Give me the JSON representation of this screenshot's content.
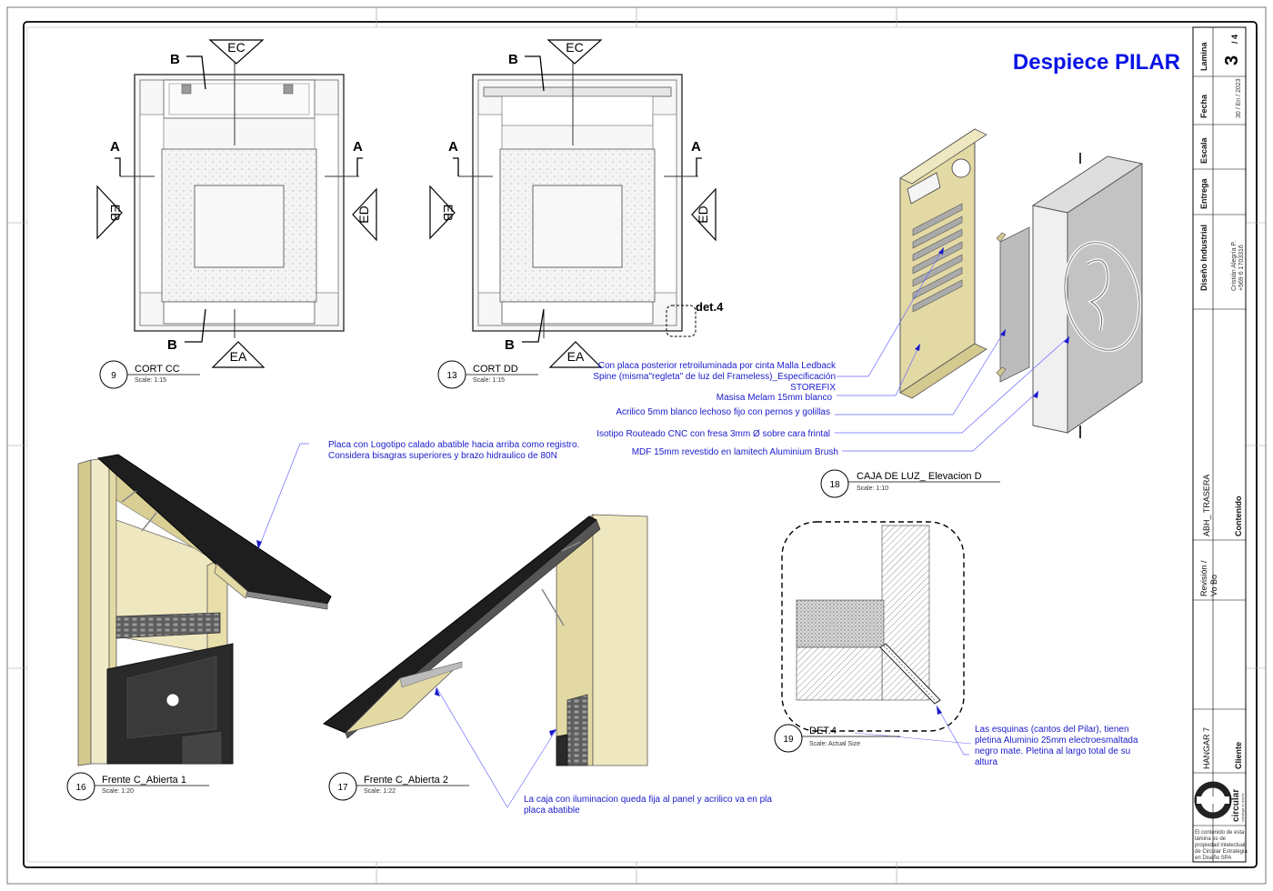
{
  "sheet_title": "Despiece PILAR",
  "title_block": {
    "lamina_label": "Lamina",
    "lamina_num": "3",
    "lamina_total": "/ 4",
    "fecha_label": "Fecha",
    "fecha_value": "30 / En / 2023",
    "escala_label": "Escala",
    "entrega_label": "Entrega",
    "diseno_label": "Diseño Industrial",
    "designer_name": "Cristián Alegría P.",
    "designer_phone": "+569 6 1703316",
    "contenido_value": "ABH_ TRASERA",
    "contenido_label": "Contenido",
    "revision_label": "Revisión /",
    "vobo_label": "Vo Bo",
    "cliente_value": "HANGAR 7",
    "cliente_label": "Cliente",
    "logo_text": "circular",
    "logo_sub": "estrategia en diseño",
    "copyright": [
      "El contenido de esta",
      "lámina es de",
      "propiedad intelectual",
      "de Circular Estrategia",
      "en Diseño SPA"
    ]
  },
  "views": {
    "v9": {
      "num": "9",
      "title": "CORT CC",
      "scale": "Scale: 1:15"
    },
    "v13": {
      "num": "13",
      "title": "CORT DD",
      "scale": "Scale: 1:15"
    },
    "v18": {
      "num": "18",
      "title": "CAJA DE LUZ_ Elevacion D",
      "scale": "Scale: 1:10"
    },
    "v16": {
      "num": "16",
      "title": "Frente C_Abierta 1",
      "scale": "Scale: 1:20"
    },
    "v17": {
      "num": "17",
      "title": "Frente C_Abierta 2",
      "scale": "Scale: 1:22"
    },
    "v19": {
      "num": "19",
      "title": "DET.4",
      "scale": "Scale: Actual Size"
    }
  },
  "markers": {
    "a": "A",
    "b": "B",
    "ec": "EC",
    "ea": "EA",
    "eb": "EB",
    "ed": "ED",
    "det4": "det.4"
  },
  "notes": {
    "n1": [
      "Con placa posterior retroiluminada por cinta Malla Ledback",
      "Spine (misma\"regleta\" de luz del Frameless)_Especificación",
      "STOREFIX"
    ],
    "n2": "Masisa Melam 15mm blanco",
    "n3": "Acrilico 5mm  blanco lechoso fijo con pernos y golillas",
    "n4": "Isotipo Routeado CNC con fresa 3mm Ø  sobre cara frintal",
    "n5": "MDF 15mm revestido en lamitech Aluminium Brush",
    "n6": [
      "Placa con Logotipo calado abatible hacia arriba como registro.",
      "Considera bisagras superiores y brazo hidraulico de 80N"
    ],
    "n7": [
      "La caja con iluminacion queda fija al panel y acrilico va en pla",
      "placa abatible"
    ],
    "n8": [
      "Las esquinas (cantos del Pilar), tienen",
      "pletina Aluminio 25mm electroesmaltada",
      "negro mate. Pletina al largo total de su",
      "altura"
    ]
  },
  "colors": {
    "note": "#1a1acc",
    "title": "#0a14e6",
    "wood": "#e3d9a4",
    "black": "#1b1b1b",
    "grey": "#cfcfcf"
  }
}
